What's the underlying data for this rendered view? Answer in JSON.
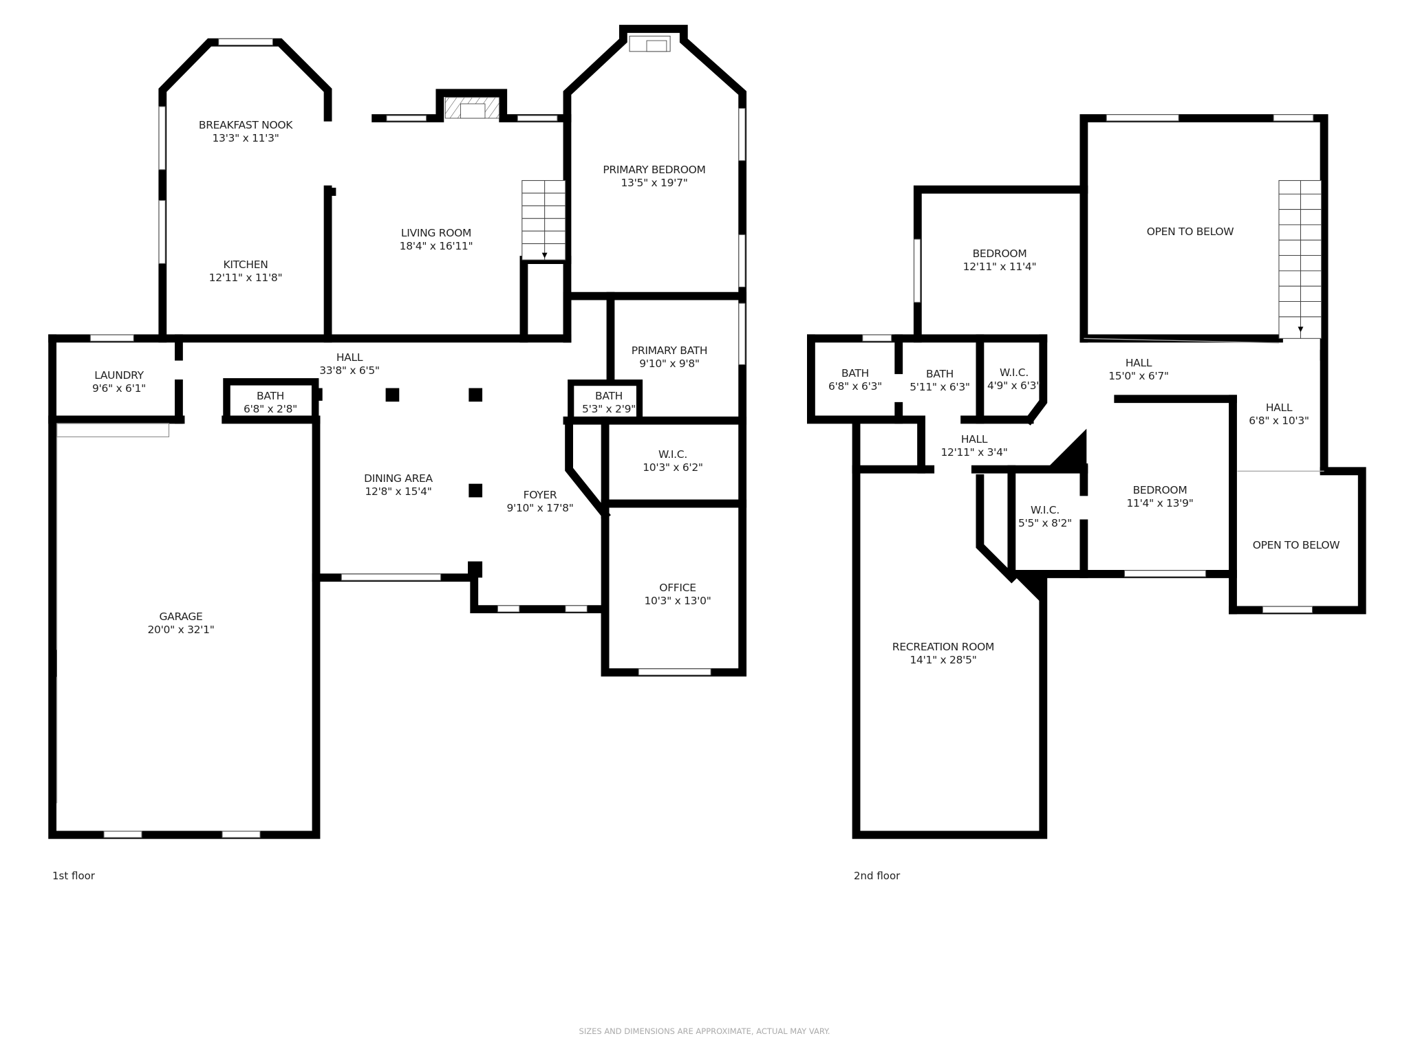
{
  "floors": [
    {
      "label": "1st floor",
      "rooms": [
        {
          "name": "BREAKFAST NOOK",
          "dims": "13'3\" x 11'3\""
        },
        {
          "name": "KITCHEN",
          "dims": "12'11\" x 11'8\""
        },
        {
          "name": "LIVING ROOM",
          "dims": "18'4\" x 16'11\""
        },
        {
          "name": "PRIMARY BEDROOM",
          "dims": "13'5\" x 19'7\""
        },
        {
          "name": "HALL",
          "dims": "33'8\" x 6'5\""
        },
        {
          "name": "LAUNDRY",
          "dims": "9'6\" x 6'1\""
        },
        {
          "name": "BATH",
          "dims": "6'8\" x 2'8\""
        },
        {
          "name": "PRIMARY BATH",
          "dims": "9'10\" x 9'8\""
        },
        {
          "name": "BATH",
          "dims": "5'3\" x 2'9\""
        },
        {
          "name": "W.I.C.",
          "dims": "10'3\" x 6'2\""
        },
        {
          "name": "DINING AREA",
          "dims": "12'8\" x 15'4\""
        },
        {
          "name": "FOYER",
          "dims": "9'10\" x 17'8\""
        },
        {
          "name": "OFFICE",
          "dims": "10'3\" x 13'0\""
        },
        {
          "name": "GARAGE",
          "dims": "20'0\" x 32'1\""
        }
      ]
    },
    {
      "label": "2nd floor",
      "rooms": [
        {
          "name": "BEDROOM",
          "dims": "12'11\" x 11'4\""
        },
        {
          "name": "OPEN TO BELOW",
          "dims": ""
        },
        {
          "name": "BATH",
          "dims": "6'8\" x 6'3\""
        },
        {
          "name": "BATH",
          "dims": "5'11\" x 6'3\""
        },
        {
          "name": "W.I.C.",
          "dims": "4'9\" x 6'3\""
        },
        {
          "name": "HALL",
          "dims": "15'0\" x 6'7\""
        },
        {
          "name": "HALL",
          "dims": "6'8\" x 10'3\""
        },
        {
          "name": "HALL",
          "dims": "12'11\" x 3'4\""
        },
        {
          "name": "W.I.C.",
          "dims": "5'5\" x 8'2\""
        },
        {
          "name": "BEDROOM",
          "dims": "11'4\" x 13'9\""
        },
        {
          "name": "OPEN TO BELOW",
          "dims": ""
        },
        {
          "name": "RECREATION ROOM",
          "dims": "14'1\" x 28'5\""
        }
      ]
    }
  ],
  "disclaimer": "SIZES AND DIMENSIONS ARE APPROXIMATE, ACTUAL MAY VARY."
}
